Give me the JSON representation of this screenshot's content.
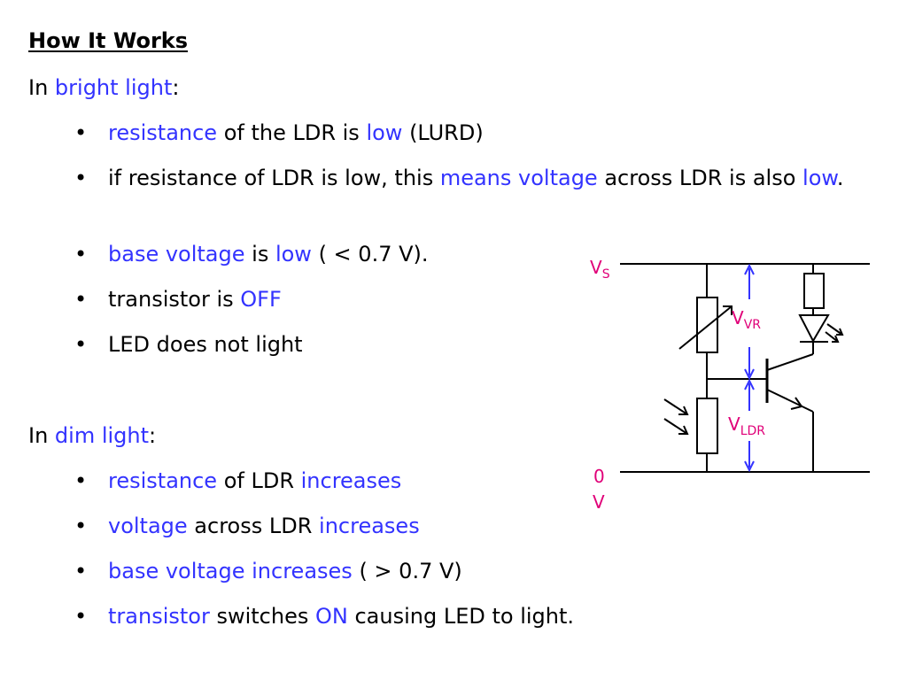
{
  "heading": "How It Works",
  "section1": {
    "intro_prefix": "In ",
    "intro_highlight": "bright light",
    "intro_suffix": ":",
    "bullets": [
      {
        "parts": [
          {
            "text": "resistance",
            "hl": true
          },
          {
            "text": " of the LDR is ",
            "hl": false
          },
          {
            "text": "low",
            "hl": true
          },
          {
            "text": " (LURD)",
            "hl": false
          }
        ]
      },
      {
        "parts": [
          {
            "text": "if resistance of LDR is low, this ",
            "hl": false
          },
          {
            "text": "means voltage",
            "hl": true
          },
          {
            "text": " across LDR is also ",
            "hl": false
          },
          {
            "text": "low",
            "hl": true
          },
          {
            "text": ".",
            "hl": false
          }
        ]
      },
      {
        "parts": [
          {
            "text": "base voltage",
            "hl": true
          },
          {
            "text": " is ",
            "hl": false
          },
          {
            "text": "low",
            "hl": true
          },
          {
            "text": " ( < 0.7 V).",
            "hl": false
          }
        ]
      },
      {
        "parts": [
          {
            "text": "transistor is ",
            "hl": false
          },
          {
            "text": "OFF",
            "hl": true
          }
        ]
      },
      {
        "parts": [
          {
            "text": "LED does not light",
            "hl": false
          }
        ]
      }
    ]
  },
  "section2": {
    "intro_prefix": "In ",
    "intro_highlight": "dim light",
    "intro_suffix": ":",
    "bullets": [
      {
        "parts": [
          {
            "text": "resistance",
            "hl": true
          },
          {
            "text": " of LDR ",
            "hl": false
          },
          {
            "text": "increases",
            "hl": true
          }
        ]
      },
      {
        "parts": [
          {
            "text": "voltage",
            "hl": true
          },
          {
            "text": " across LDR ",
            "hl": false
          },
          {
            "text": "increases",
            "hl": true
          }
        ]
      },
      {
        "parts": [
          {
            "text": "base voltage increases",
            "hl": true
          },
          {
            "text": " ( > 0.7 V)",
            "hl": false
          }
        ]
      },
      {
        "parts": [
          {
            "text": "transistor",
            "hl": true
          },
          {
            "text": " switches ",
            "hl": false
          },
          {
            "text": "ON",
            "hl": true
          },
          {
            "text": " causing LED to light.",
            "hl": false
          }
        ]
      }
    ]
  },
  "bullet_glyph": "•",
  "circuit": {
    "vs_main": "V",
    "vs_sub": "S",
    "vvr_main": "V",
    "vvr_sub": "VR",
    "vldr_main": "V",
    "vldr_sub": "LDR",
    "zero_line1": "0",
    "zero_line2": "V"
  },
  "colors": {
    "highlight": "#3333ff",
    "label": "#e00078",
    "arrow": "#3333ff",
    "wire": "#000000"
  }
}
